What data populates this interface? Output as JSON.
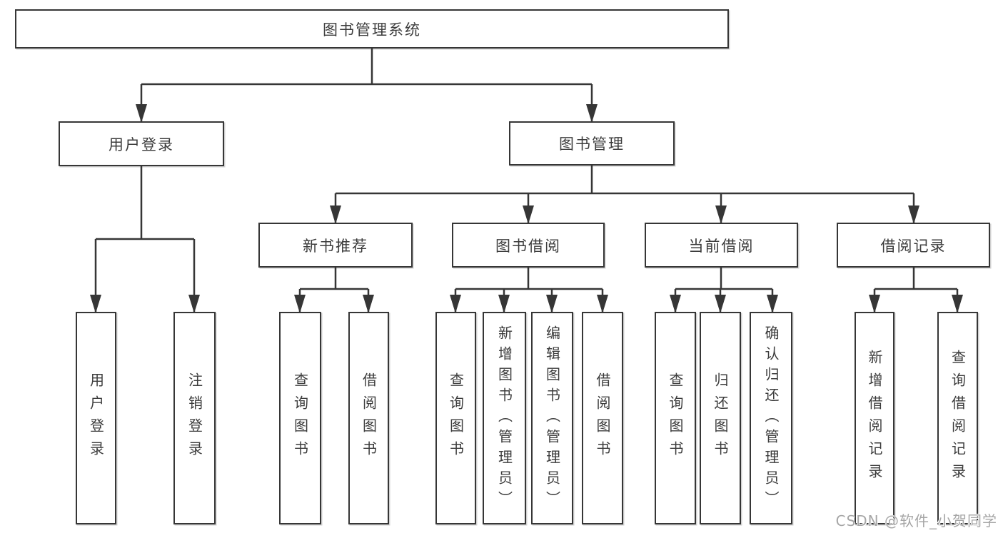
{
  "colors": {
    "line": "#363636",
    "box_border": "#363636",
    "box_background": "#ffffff",
    "text": "#3c3c3c",
    "watermark": "#a6a6a6",
    "page_background": "#ffffff"
  },
  "watermark": {
    "text": "CSDN @软件_小贺同学"
  },
  "tree": {
    "root": {
      "label": "图书管理系统"
    },
    "level1": [
      {
        "label": "用户登录"
      },
      {
        "label": "图书管理"
      }
    ],
    "level2": [
      {
        "label": "新书推荐"
      },
      {
        "label": "图书借阅"
      },
      {
        "label": "当前借阅"
      },
      {
        "label": "借阅记录"
      }
    ],
    "level3": {
      "user_login": [
        "用户登录",
        "注销登录"
      ],
      "new_book_recommend": [
        "查询图书",
        "借阅图书"
      ],
      "book_borrow": [
        "查询图书",
        "新增图书（管理员）",
        "编辑图书（管理员）",
        "借阅图书"
      ],
      "current_borrow": [
        "查询图书",
        "归还图书",
        "确认归还（管理员）"
      ],
      "borrow_records": [
        "新增借阅记录",
        "查询借阅记录"
      ]
    }
  }
}
